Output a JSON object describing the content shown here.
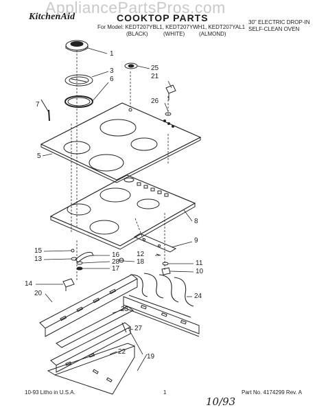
{
  "watermark": "AppliancePartsPros.com",
  "header": {
    "brand": "KitchenAid",
    "title": "COOKTOP PARTS",
    "model_prefix": "For Model:",
    "models": "KEDT207YBL1, KEDT207YWH1, KEDT207YAL1",
    "color_black": "(BLACK)",
    "color_white": "(WHITE)",
    "color_almond": "(ALMOND)",
    "product_line1": "30\" ELECTRIC DROP-IN",
    "product_line2": "SELF-CLEAN OVEN"
  },
  "callouts": [
    {
      "id": "c1",
      "label": "1"
    },
    {
      "id": "c3",
      "label": "3"
    },
    {
      "id": "c6",
      "label": "6"
    },
    {
      "id": "c7",
      "label": "7"
    },
    {
      "id": "c25",
      "label": "25"
    },
    {
      "id": "c21",
      "label": "21"
    },
    {
      "id": "c26",
      "label": "26"
    },
    {
      "id": "c5",
      "label": "5"
    },
    {
      "id": "c8",
      "label": "8"
    },
    {
      "id": "c9",
      "label": "9"
    },
    {
      "id": "c15",
      "label": "15"
    },
    {
      "id": "c13",
      "label": "13"
    },
    {
      "id": "c16",
      "label": "16"
    },
    {
      "id": "c28",
      "label": "28"
    },
    {
      "id": "c17",
      "label": "17"
    },
    {
      "id": "c12",
      "label": "12"
    },
    {
      "id": "c18",
      "label": "18"
    },
    {
      "id": "c11",
      "label": "11"
    },
    {
      "id": "c10",
      "label": "10"
    },
    {
      "id": "c14",
      "label": "14"
    },
    {
      "id": "c20",
      "label": "20"
    },
    {
      "id": "c24",
      "label": "24"
    },
    {
      "id": "c23",
      "label": "23"
    },
    {
      "id": "c27",
      "label": "27"
    },
    {
      "id": "c22",
      "label": "22"
    },
    {
      "id": "c19",
      "label": "19"
    }
  ],
  "footer": {
    "litho": "10-93 Litho in U.S.A.",
    "page": "1",
    "part_no": "Part No. 4174299 Rev. A",
    "handwritten": "10/93"
  }
}
